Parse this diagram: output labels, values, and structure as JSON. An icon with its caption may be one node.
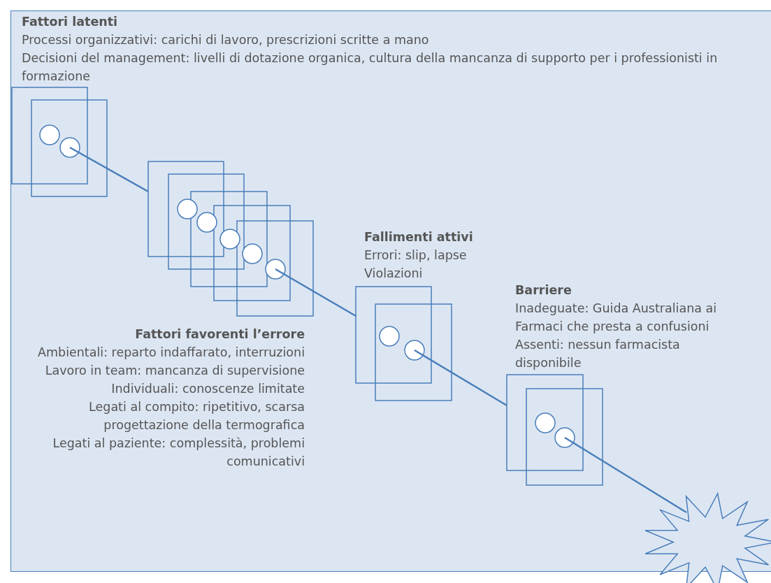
{
  "diagram": {
    "nodes": [
      {
        "text": [],
        "shape": "box",
        "beside": [
          "Fattori latenti",
          "Processi organizzativi: carichi di lavoro, prescrizioni scritte a mano",
          "Decisioni del management: livelli di dotazione organica, cultura della mancanza di supporto per i professionisti in formazione"
        ]
      },
      {
        "text": [],
        "shape": "box",
        "beside": [
          "Fattori favorenti l’errore",
          "Ambientali: reparto indaffarato, interruzioni",
          "Lavoro in team: mancanza di supervisione",
          "Individuali: conoscenze limitate",
          "Legati al compito: ripetitivo, scarsa progettazione della termografica",
          "Legati al paziente: complessità, problemi comunicativi"
        ]
      },
      {
        "text": [],
        "shape": "box",
        "beside": [
          "Fallimenti attivi",
          "Errori: slip, lapse",
          "Violazioni"
        ]
      },
      {
        "text": [],
        "shape": "box",
        "beside": [
          "Barriere",
          "Inadeguate: Guida Australiana ai Farmaci che presta a confusioni",
          "Assenti: nessun farmacista disponibile"
        ]
      },
      {
        "text": [],
        "shape": "star"
      }
    ],
    "edges": [
      {
        "from": 0,
        "to": 1,
        "arrow": "none"
      },
      {
        "from": 1,
        "to": 2,
        "arrow": "none"
      },
      {
        "from": 2,
        "to": 3,
        "arrow": "none"
      },
      {
        "from": 3,
        "to": 4,
        "arrow": "none"
      }
    ]
  }
}
